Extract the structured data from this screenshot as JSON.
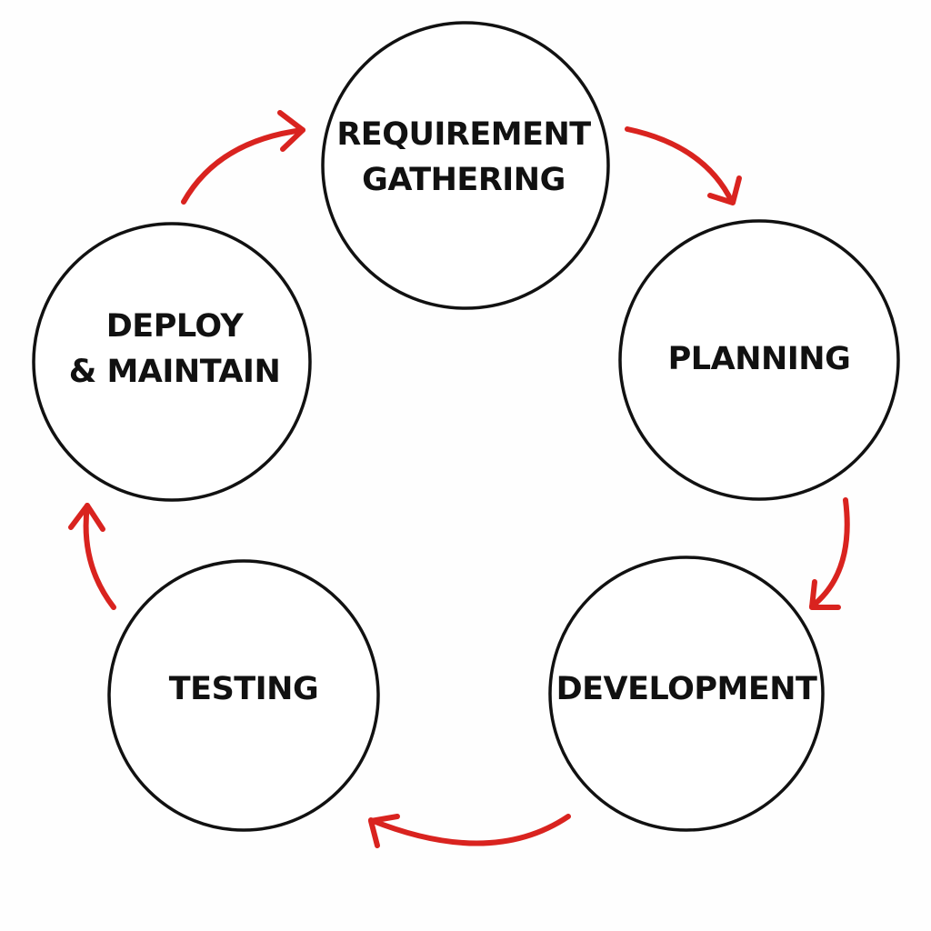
{
  "colors": {
    "arrow": "#d9231f",
    "circle_stroke": "#111111",
    "text": "#111111",
    "background": "#ffffff"
  },
  "stages": {
    "requirement": {
      "line1": "REQUIREMENT",
      "line2": "GATHERING"
    },
    "planning": {
      "line1": "PLANNING"
    },
    "development": {
      "line1": "DEVELOPMENT"
    },
    "testing": {
      "line1": "TESTING"
    },
    "deploy": {
      "line1": "DEPLOY",
      "line2": "& MAINTAIN"
    }
  }
}
